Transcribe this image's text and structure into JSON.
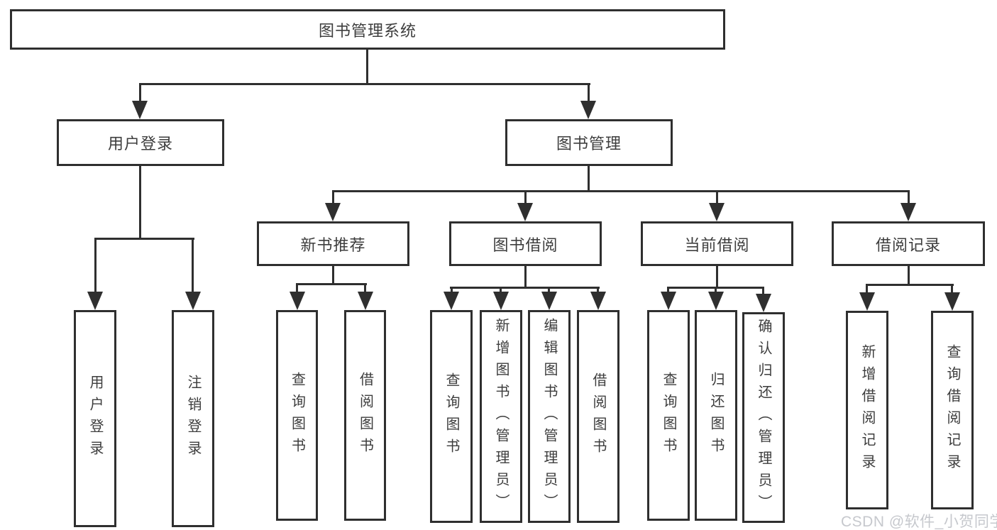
{
  "diagram": {
    "type": "tree",
    "root": {
      "label": "图书管理系统",
      "children": [
        {
          "label": "用户登录",
          "children": [
            {
              "label": "用户登录"
            },
            {
              "label": "注销登录"
            }
          ]
        },
        {
          "label": "图书管理",
          "children": [
            {
              "label": "新书推荐",
              "children": [
                {
                  "label": "查询图书"
                },
                {
                  "label": "借阅图书"
                }
              ]
            },
            {
              "label": "图书借阅",
              "children": [
                {
                  "label": "查询图书"
                },
                {
                  "label": "新增图书（管理员）"
                },
                {
                  "label": "编辑图书（管理员）"
                },
                {
                  "label": "借阅图书"
                }
              ]
            },
            {
              "label": "当前借阅",
              "children": [
                {
                  "label": "查询图书"
                },
                {
                  "label": "归还图书"
                },
                {
                  "label": "确认归还（管理员）"
                }
              ]
            },
            {
              "label": "借阅记录",
              "children": [
                {
                  "label": "新增借阅记录"
                },
                {
                  "label": "查询借阅记录"
                }
              ]
            }
          ]
        }
      ]
    },
    "watermark": "CSDN @软件_小贺同学"
  },
  "colors": {
    "line": "#2f2f2f",
    "text": "#3d3d3d",
    "watermark": "#c6c8cd",
    "background": "#ffffff"
  }
}
